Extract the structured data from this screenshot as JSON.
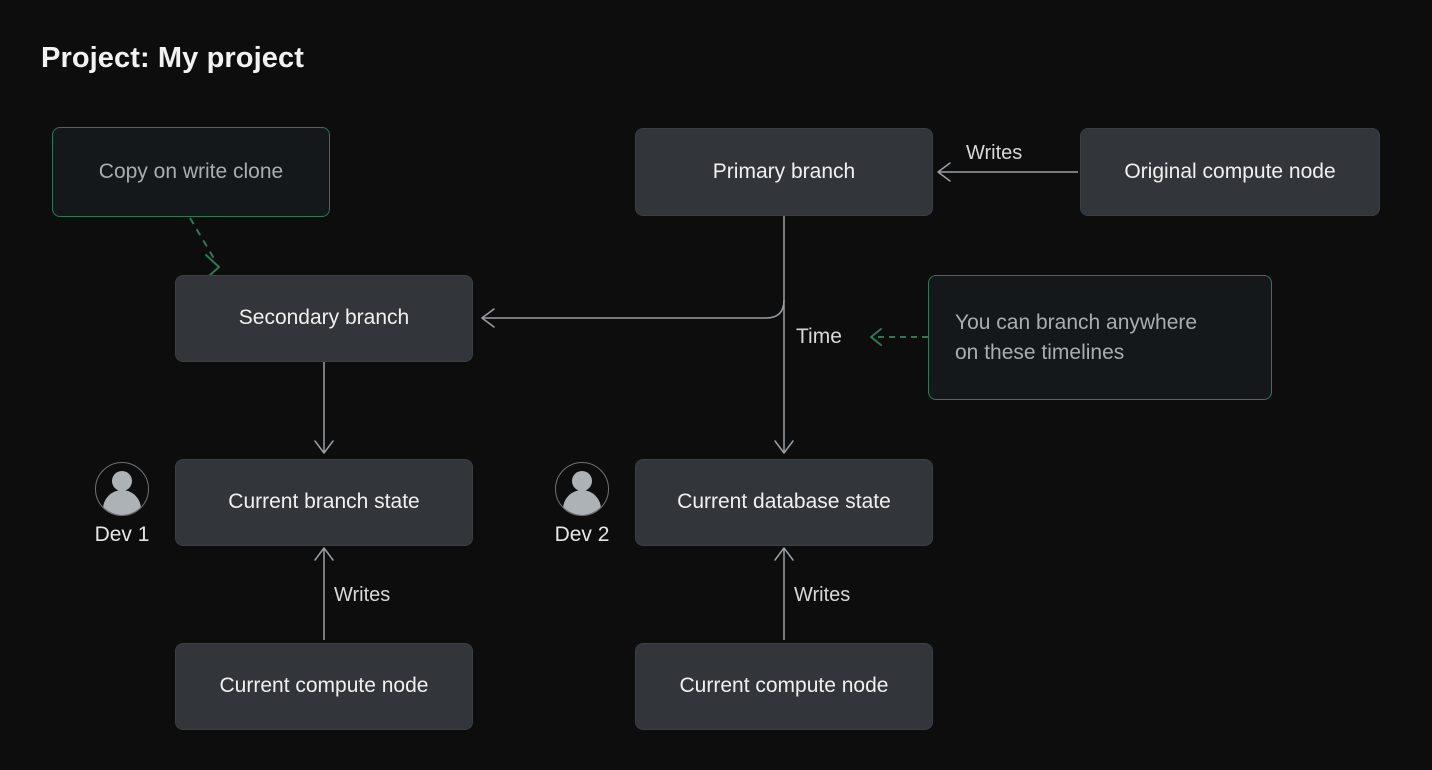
{
  "background_color": "#0d0d0d",
  "accent_green": "#2b7a56",
  "node_fill": "#32363a",
  "line_color": "#9ba0a4",
  "title": "Project: My project",
  "nodes": [
    {
      "id": "primary-branch",
      "label": "Primary branch"
    },
    {
      "id": "original-compute-node",
      "label": "Original compute node"
    },
    {
      "id": "secondary-branch",
      "label": "Secondary branch"
    },
    {
      "id": "current-branch-state",
      "label": "Current branch state"
    },
    {
      "id": "current-database-state",
      "label": "Current database state"
    },
    {
      "id": "current-compute-node-left",
      "label": "Current compute node"
    },
    {
      "id": "current-compute-node-right",
      "label": "Current compute node"
    }
  ],
  "notes": [
    {
      "id": "copy-on-write-clone",
      "label": "Copy on write clone"
    },
    {
      "id": "branch-anywhere",
      "line1": "You can branch anywhere",
      "line2": "on these timelines"
    }
  ],
  "edge_labels": {
    "writes_primary": "Writes",
    "writes_branch_state": "Writes",
    "writes_database_state": "Writes",
    "time": "Time"
  },
  "developers": [
    {
      "id": "dev-1",
      "label": "Dev 1",
      "icon": "user-avatar-icon"
    },
    {
      "id": "dev-2",
      "label": "Dev 2",
      "icon": "user-avatar-icon"
    }
  ]
}
